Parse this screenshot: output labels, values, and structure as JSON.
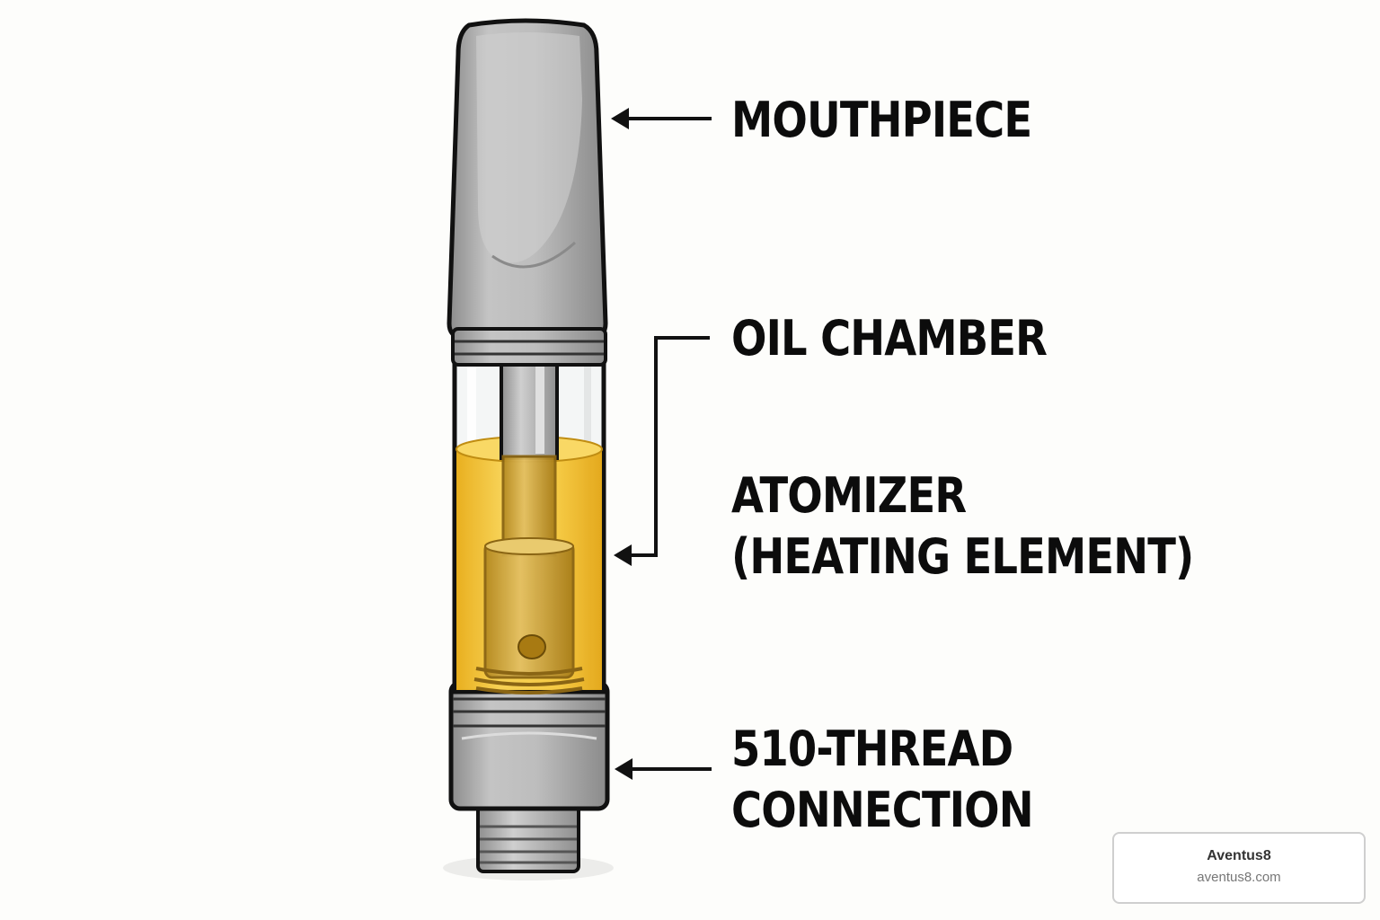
{
  "labels": {
    "mouthpiece": "MOUTHPIECE",
    "oil_chamber": "OIL CHAMBER",
    "atomizer_line1": "ATOMIZER",
    "atomizer_line2": "(HEATING ELEMENT)",
    "thread_line1": "510-THREAD",
    "thread_line2": "CONNECTION"
  },
  "source": {
    "name": "Aventus8",
    "url": "aventus8.com"
  },
  "colors": {
    "background": "#fdfdfb",
    "outline": "#111111",
    "metal": "#b3b3b3",
    "oil": "#f2c23a",
    "brass": "#d6ad3c"
  }
}
